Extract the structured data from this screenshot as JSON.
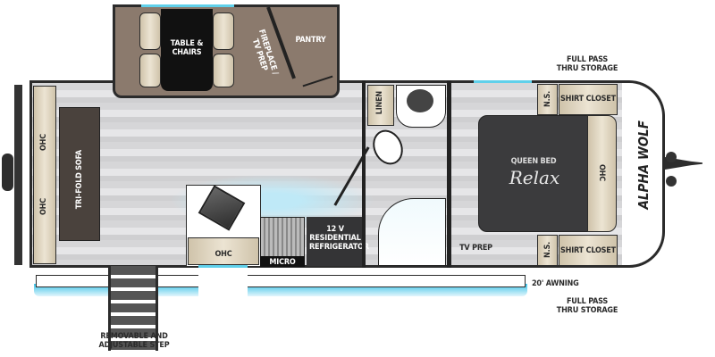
{
  "labels": {
    "table_chairs": "TABLE & CHAIRS",
    "fireplace": "FIREPLACE / TV PREP",
    "pantry": "PANTRY",
    "sofa": "TRI-FOLD SOFA",
    "ohc_sofa_1": "OHC",
    "ohc_sofa_2": "OHC",
    "ohc_kitchen": "OHC",
    "micro": "MICRO",
    "fridge": "12 V RESIDENTIAL REFRIGERATOR",
    "linen": "LINEN",
    "tv_prep": "TV PREP",
    "ns_top": "N.S.",
    "ns_bottom": "N.S.",
    "shirt_closet_top": "SHIRT CLOSET",
    "shirt_closet_bottom": "SHIRT CLOSET",
    "queen_bed": "QUEEN BED",
    "mattress_brand": "Relax",
    "ohc_bed": "OHC",
    "brand": "ALPHA WOLF",
    "storage_top": "FULL PASS THRU STORAGE",
    "storage_bottom": "FULL PASS THRU STORAGE",
    "awning": "20' AWNING",
    "step": "REMOVABLE AND ADJUSTABLE STEP"
  },
  "colors": {
    "slideout": "#8b7a6d",
    "sofa": "#4a423d",
    "fridge": "#343436",
    "bed": "#3b3b3d",
    "glow": "#3fc3e8"
  }
}
